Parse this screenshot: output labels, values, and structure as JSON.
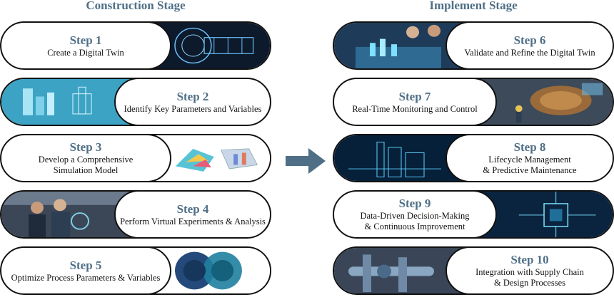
{
  "construction_title": "Construction Stage",
  "implement_title": "Implement Stage",
  "construction_steps": [
    {
      "title": "Step 1",
      "desc": [
        "Create a Digital Twin"
      ]
    },
    {
      "title": "Step 2",
      "desc": [
        "Identify Key Parameters and Variables"
      ]
    },
    {
      "title": "Step 3",
      "desc": [
        "Develop a Comprehensive",
        "Simulation Model"
      ]
    },
    {
      "title": "Step 4",
      "desc": [
        "Perform Virtual Experiments & Analysis"
      ]
    },
    {
      "title": "Step 5",
      "desc": [
        "Optimize Process Parameters & Variables"
      ]
    }
  ],
  "implement_steps": [
    {
      "title": "Step 6",
      "desc": [
        "Validate and Refine the Digital Twin"
      ]
    },
    {
      "title": "Step 7",
      "desc": [
        "Real-Time Monitoring and Control"
      ]
    },
    {
      "title": "Step 8",
      "desc": [
        "Lifecycle Management",
        "& Predictive Maintenance"
      ]
    },
    {
      "title": "Step 9",
      "desc": [
        "Data-Driven Decision-Making",
        "& Continuous Improvement"
      ]
    },
    {
      "title": "Step 10",
      "desc": [
        "Integration with Supply Chain",
        "& Design Processes"
      ]
    }
  ],
  "colors": {
    "accent": "#4f6f86",
    "arrow": "#4f6f86",
    "border": "#111111"
  }
}
